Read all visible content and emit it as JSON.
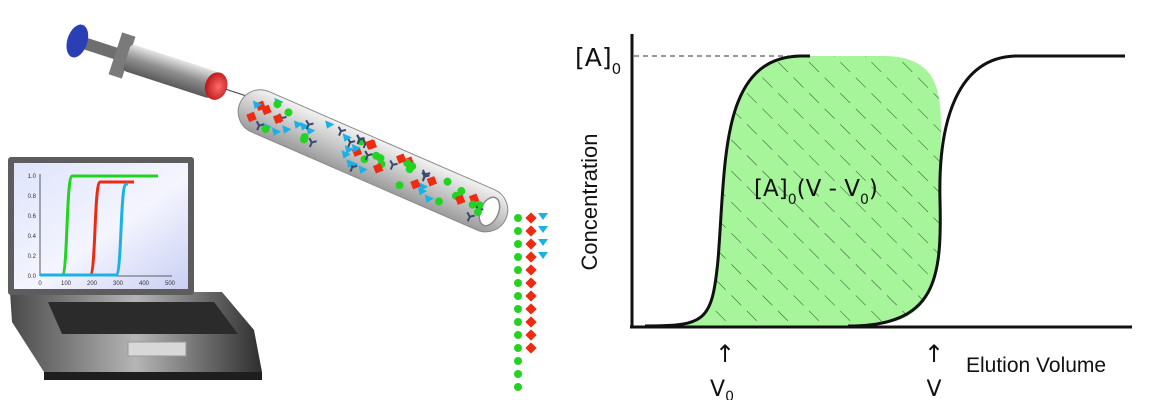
{
  "colors": {
    "green": "#22d322",
    "red": "#ee2b12",
    "cyan": "#1ab2e6",
    "fill_green": "#a6f59a",
    "column_gray": "#bdbdbd",
    "syringe_blue": "#2a3fb5"
  },
  "mini_chart": {
    "y_ticks": [
      "1.0",
      "0.8",
      "0.6",
      "0.4",
      "0.2",
      "0.0"
    ],
    "x_ticks": [
      "0",
      "100",
      "200",
      "300",
      "400",
      "500"
    ]
  },
  "elution_chart": {
    "y_label_top": "[A]",
    "y_label_top_sub": "0",
    "y_axis_label": "Concentration",
    "area_label_main": "[A]",
    "area_label_sub": "0",
    "area_label_expr": "(V - V",
    "area_label_expr_sub": "0",
    "area_label_close": ")",
    "x_axis_label": "Elution Volume",
    "marker_v0": "V",
    "marker_v0_sub": "0",
    "marker_v": "V",
    "arrow_glyph": "↑"
  },
  "chart_data": {
    "type": "area",
    "title": "",
    "xlabel": "Elution Volume",
    "ylabel": "Concentration",
    "series": [
      {
        "x": [
          0,
          0.14,
          0.18,
          0.22,
          0.3,
          0.6,
          1.0
        ],
        "values": [
          0,
          0.03,
          0.5,
          0.97,
          1,
          1,
          1
        ]
      },
      {
        "x": [
          0,
          0.4,
          0.55,
          0.59,
          0.63,
          0.75,
          1.0
        ],
        "values": [
          0,
          0,
          0.03,
          0.5,
          0.97,
          1,
          1
        ]
      }
    ],
    "markers": [
      "V0",
      "V"
    ],
    "shaded_area_label": "[A]0(V - V0)"
  }
}
